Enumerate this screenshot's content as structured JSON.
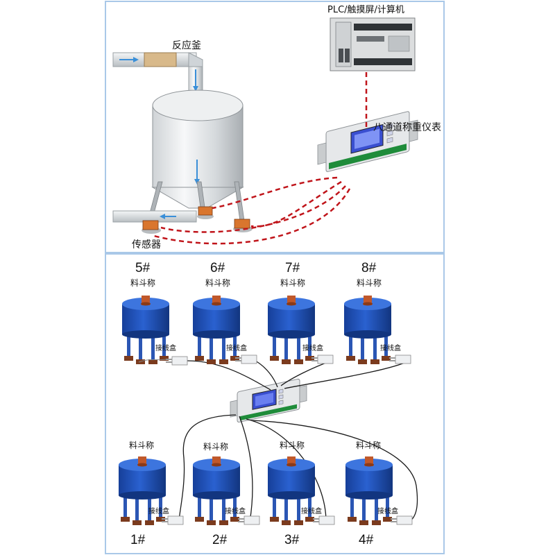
{
  "top_panel": {
    "reactor_label": "反应釜",
    "controller_label": "PLC/触摸屏/计算机",
    "instrument_label": "八通道称重仪表",
    "sensor_label": "传感器"
  },
  "bottom_panel": {
    "hopper_label": "料斗称",
    "junction_label": "接线盒",
    "hoppers": [
      {
        "id": "5#"
      },
      {
        "id": "6#"
      },
      {
        "id": "7#"
      },
      {
        "id": "8#"
      },
      {
        "id": "1#"
      },
      {
        "id": "2#"
      },
      {
        "id": "3#"
      },
      {
        "id": "4#"
      }
    ]
  },
  "colors": {
    "panel_border": "#a9c8e8",
    "hopper_blue": "#1c4fb8",
    "cable_red": "#c0141a",
    "instrument_screen": "#3a4fd0"
  }
}
